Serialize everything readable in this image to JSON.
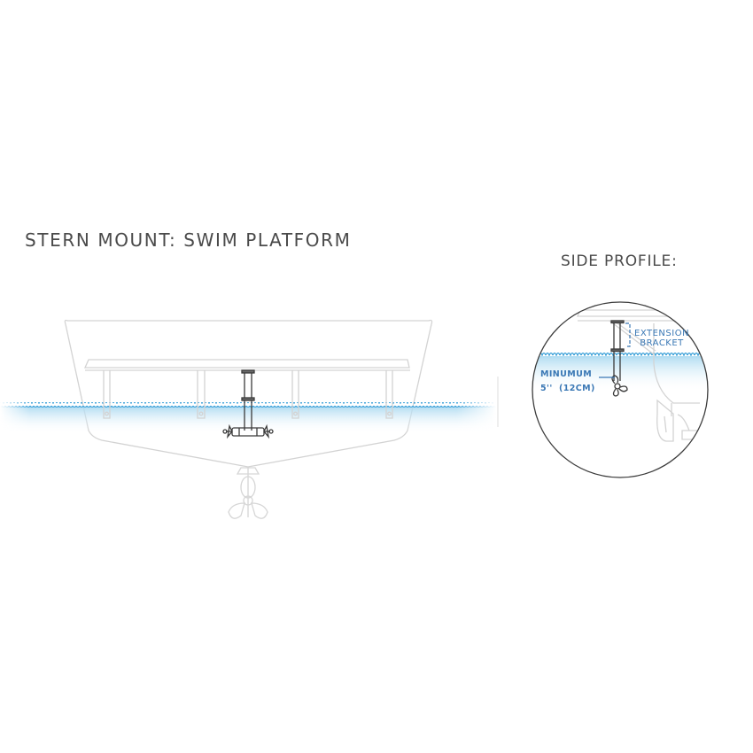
{
  "main_diagram": {
    "title": "STERN MOUNT: SWIM PLATFORM"
  },
  "side_profile": {
    "title": "SIDE PROFILE:",
    "labels": {
      "extension_line1": "EXTENSION",
      "extension_line2": "BRACKET",
      "minimum_line1": "MINUMUM",
      "minimum_line2": "5''  (12CM)"
    }
  },
  "colors": {
    "outline": "#d3d3d3",
    "device": "#3a3a3a",
    "water": "#3aa0d8",
    "label_blue": "#3a78b5",
    "text": "#4a4a4a"
  }
}
